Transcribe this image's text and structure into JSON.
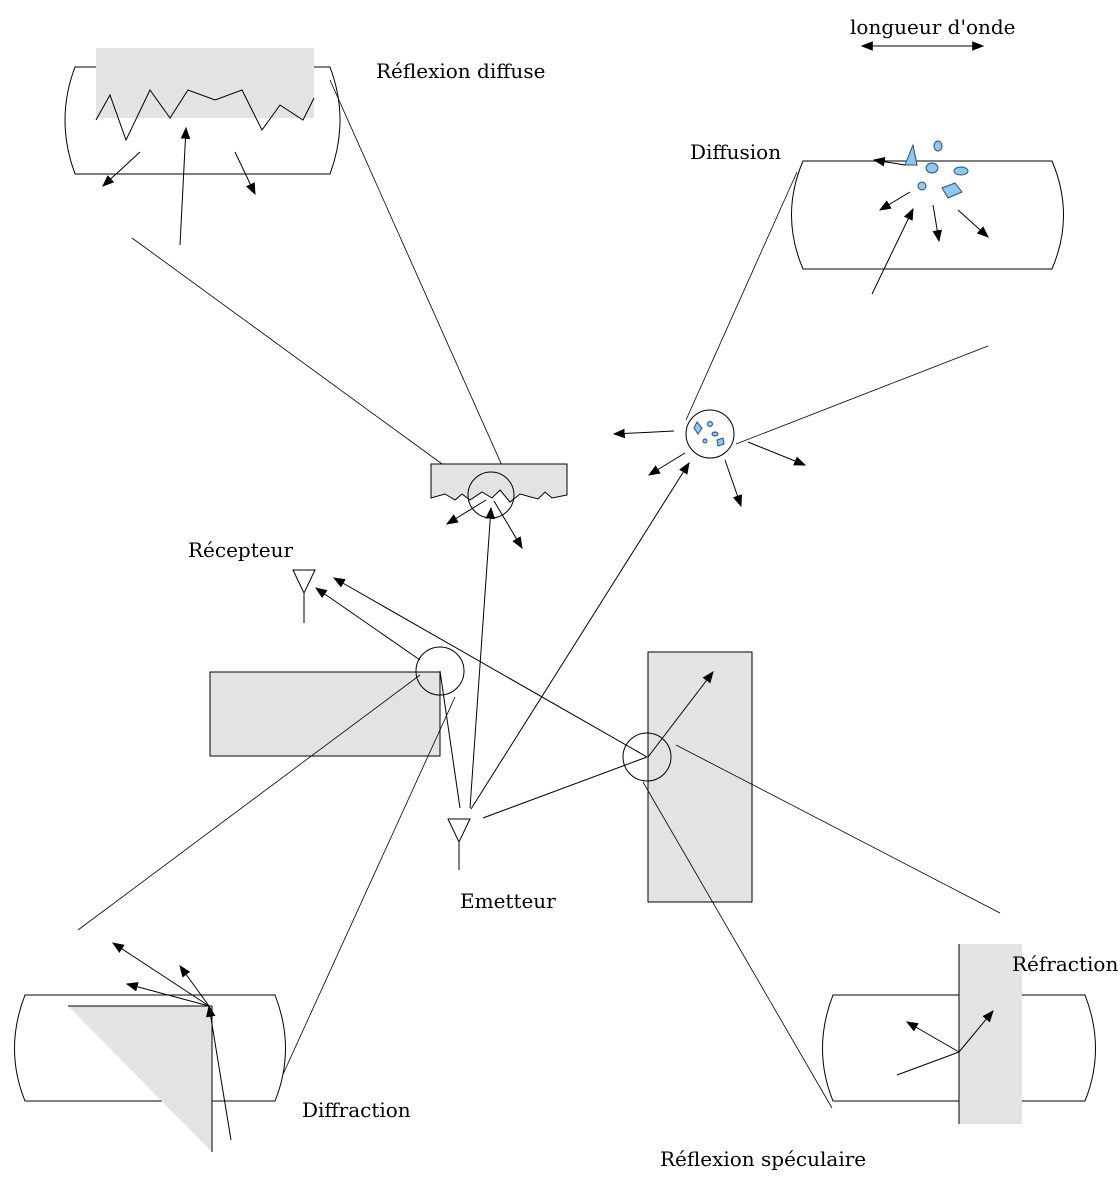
{
  "labels": {
    "wavelength": "longueur d'onde",
    "diffuse_reflection": "Réflexion diffuse",
    "scattering": "Diffusion",
    "receiver": "Récepteur",
    "transmitter": "Emetteur",
    "diffraction": "Diffraction",
    "refraction": "Réfraction",
    "specular_reflection": "Réflexion spéculaire"
  },
  "colors": {
    "obstacle_fill": "#e3e3e3",
    "particle_fill": "#8ec8ee",
    "particle_stroke": "#2a4f78",
    "line": "#000000"
  }
}
